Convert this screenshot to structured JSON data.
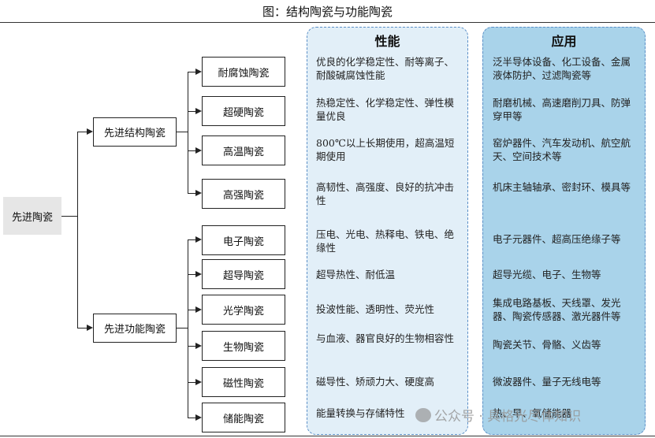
{
  "title": "图：结构陶瓷与功能陶瓷",
  "root": "先进陶瓷",
  "branches": {
    "structural": "先进结构陶瓷",
    "functional": "先进功能陶瓷"
  },
  "headers": {
    "performance": "性能",
    "application": "应用"
  },
  "rows": [
    {
      "name": "耐腐蚀陶瓷",
      "performance": "优良的化学稳定性、耐等离子、耐酸碱腐蚀性能",
      "application": "泛半导体设备、化工设备、金属液体防护、过滤陶瓷等"
    },
    {
      "name": "超硬陶瓷",
      "performance": "热稳定性、化学稳定性、弹性模量优良",
      "application": "耐磨机械、高速磨削刀具、防弹穿甲等"
    },
    {
      "name": "高温陶瓷",
      "performance": "800℃以上长期使用，超高温短期使用",
      "application": "窑炉器件、汽车发动机、航空航天、空间技术等"
    },
    {
      "name": "高强陶瓷",
      "performance": "高韧性、高强度、良好的抗冲击性",
      "application": "机床主轴轴承、密封环、模具等"
    },
    {
      "name": "电子陶瓷",
      "performance": "压电、光电、热释电、铁电、绝缘性",
      "application": "电子元器件、超高压绝缘子等"
    },
    {
      "name": "超导陶瓷",
      "performance": "超导热性、耐低温",
      "application": "超导光缆、电子、生物等"
    },
    {
      "name": "光学陶瓷",
      "performance": "投波性能、透明性、荧光性",
      "application": "集成电路基板、天线罩、发光器、陶瓷传感器、激光器件等"
    },
    {
      "name": "生物陶瓷",
      "performance": "与血液、器官良好的生物相容性",
      "application": "陶瓷关节、骨骼、义齿等"
    },
    {
      "name": "磁性陶瓷",
      "performance": "磁导性、矫顽力大、硬度高",
      "application": "微波器件、量子无线电等"
    },
    {
      "name": "储能陶瓷",
      "performance": "能量转换与存储特性",
      "application": "热、早、氧储能器"
    }
  ],
  "watermark": "公众号 · 具格光尽体知识"
}
